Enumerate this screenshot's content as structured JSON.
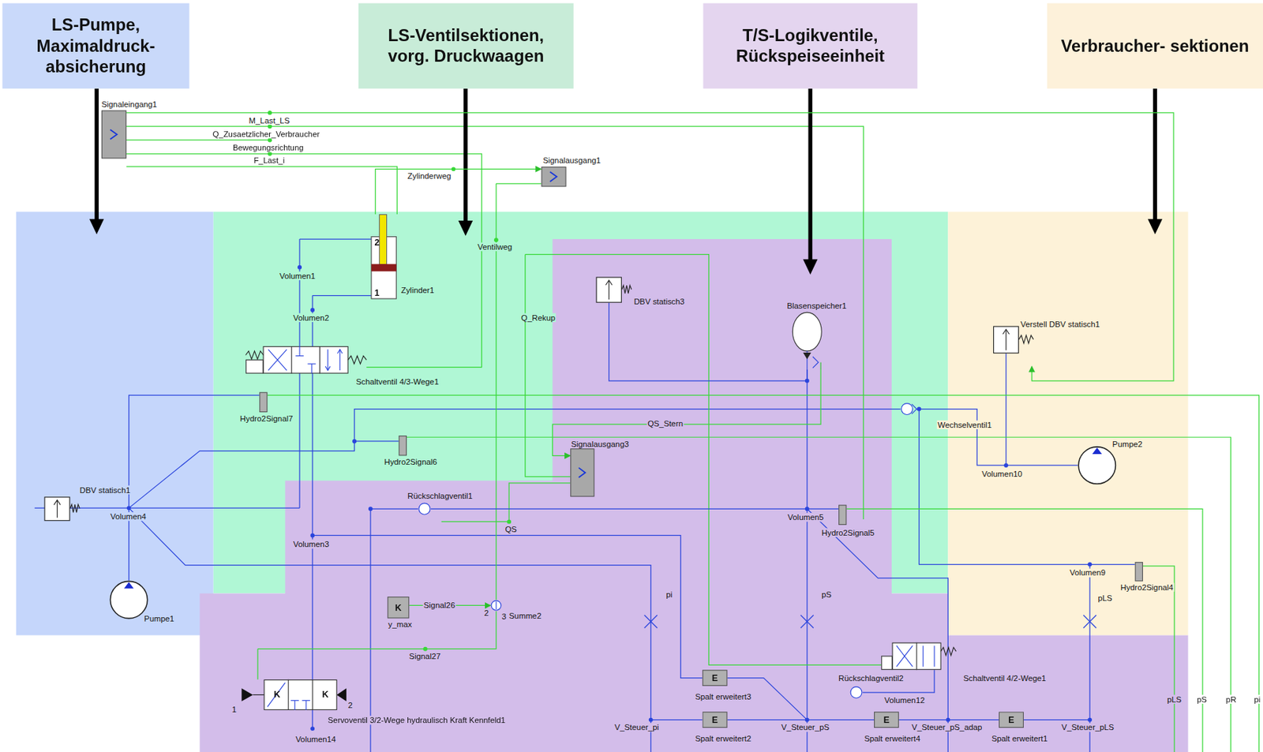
{
  "diagram": {
    "nodes": [
      {
        "text": [
          "LS-Pumpe, Maximaldruck- absicherung"
        ]
      },
      {
        "text": [
          "LS-Ventilsektionen, vorg. Druckwaagen"
        ]
      },
      {
        "text": [
          "T/S-Logikventile, Rückspeiseeinheit"
        ]
      },
      {
        "text": [
          "Verbraucher- sektionen"
        ]
      },
      {
        "text": [
          "Signaleingang1"
        ]
      },
      {
        "text": [
          "Signalausgang1"
        ]
      },
      {
        "text": [
          "Zylinder1"
        ]
      },
      {
        "text": [
          "Schaltventil 4/3-Wege1"
        ]
      },
      {
        "text": [
          "DBV statisch3"
        ]
      },
      {
        "text": [
          "Blasenspeicher1"
        ]
      },
      {
        "text": [
          "Verstell DBV statisch1"
        ]
      },
      {
        "text": [
          "Hydro2Signal7"
        ]
      },
      {
        "text": [
          "Hydro2Signal6"
        ]
      },
      {
        "text": [
          "Wechselventil1"
        ]
      },
      {
        "text": [
          "Pumpe2"
        ]
      },
      {
        "text": [
          "Signalausgang3"
        ]
      },
      {
        "text": [
          "DBV statisch1"
        ]
      },
      {
        "text": [
          "Rückschlagventil1"
        ]
      },
      {
        "text": [
          "Hydro2Signal5"
        ]
      },
      {
        "text": [
          "Pumpe1"
        ]
      },
      {
        "text": [
          "K",
          "y_max"
        ]
      },
      {
        "text": [
          "Summe2"
        ]
      },
      {
        "text": [
          "Hydro2Signal4"
        ]
      },
      {
        "text": [
          "K",
          "K",
          "Servoventil 3/2-Wege hydraulisch Kraft Kennfeld1"
        ]
      },
      {
        "text": [
          "Schaltventil 4/2-Wege1"
        ]
      },
      {
        "text": [
          "Rückschlagventil2"
        ]
      },
      {
        "text": [
          "E",
          "Spalt erweitert3"
        ]
      },
      {
        "text": [
          "E",
          "Spalt erweitert2"
        ]
      },
      {
        "text": [
          "E",
          "Spalt erweitert4"
        ]
      },
      {
        "text": [
          "E",
          "Spalt erweitert1"
        ]
      }
    ],
    "edges": [
      {
        "from": 4,
        "to": 10,
        "arrow": "to"
      },
      {
        "from": 6,
        "to": 5,
        "label": "Zylinderweg",
        "arrow": "to"
      },
      {
        "from": 8,
        "to": 9,
        "arrow": "none"
      },
      {
        "from": 9,
        "to": 15,
        "label": "QS_Stern",
        "arrow": "to"
      },
      {
        "from": 13,
        "to": 14,
        "arrow": "none"
      },
      {
        "from": 17,
        "to": 18,
        "arrow": "none"
      },
      {
        "from": 20,
        "to": 21,
        "label": "Signal26",
        "arrow": "to"
      },
      {
        "from": 25,
        "to": 24,
        "arrow": "none"
      },
      {
        "from": 28,
        "to": 29,
        "label": "V_Steuer_pS_adap",
        "arrow": "none"
      }
    ],
    "labels": [
      "M_Last_LS",
      "Q_Zusaetzlicher_Verbraucher",
      "Bewegungsrichtung",
      "F_Last_i",
      "Ventilweg",
      "Q_Rekup",
      "QS",
      "Signal27",
      "Volumen1",
      "Volumen2",
      "Volumen3",
      "Volumen4",
      "Volumen5",
      "Volumen9",
      "Volumen10",
      "Volumen12",
      "Volumen14",
      "pi",
      "pS",
      "pLS",
      "V_Steuer_pi",
      "V_Steuer_pS",
      "V_Steuer_pLS",
      "pLS",
      "pS",
      "pR",
      "pi",
      "2",
      "1",
      "2",
      "3",
      "1",
      "2"
    ]
  }
}
